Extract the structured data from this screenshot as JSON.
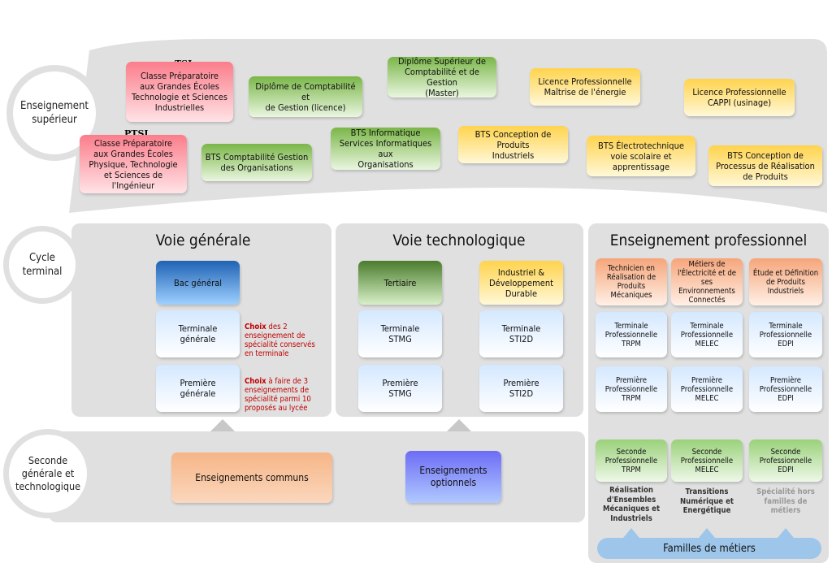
{
  "sections": {
    "superieur": "Enseignement\nsupérieur",
    "cycle": "Cycle\nterminal",
    "seconde": "Seconde\ngénérale et\ntechnologique"
  },
  "superieur": {
    "tsi_tag": "TSI",
    "tsi": "Classe Préparatoire\naux Grandes Écoles\nTechnologie et Sciences\nIndustrielles",
    "ptsi_tag": "PTSI",
    "ptsi": "Classe Préparatoire\naux Grandes Écoles\nPhysique, Technologie\net Sciences de l'Ingénieur",
    "dcg": "Diplôme de Comptabilité et\nde Gestion (licence)",
    "dscg": "Diplôme Supérieur de\nComptabilité et de Gestion\n(Master)",
    "lp_energie": "Licence Professionnelle\nMaîtrise de l'énergie",
    "lp_cappi": "Licence Professionnelle\nCAPPI (usinage)",
    "bts_cg": "BTS Comptabilité Gestion\ndes Organisations",
    "bts_sio": "BTS Informatique\nServices Informatiques aux\nOrganisations",
    "bts_cpi": "BTS Conception de Produits\nIndustriels",
    "bts_elec": "BTS Électrotechnique\nvoie scolaire et\napprentissage",
    "bts_cprp": "BTS Conception de\nProcessus de Réalisation\nde Produits"
  },
  "generale": {
    "title": "Voie générale",
    "bac": "Bac général",
    "terminale": "Terminale\ngénérale",
    "premiere": "Première\ngénérale",
    "note_terminale_bold": "Choix",
    "note_terminale": " des 2 enseignement de spécialité conservés en terminale",
    "note_premiere_bold": "Choix",
    "note_premiere": " à faire de 3 enseignements de spécialité parmi 10 proposés au lycée"
  },
  "techno": {
    "title": "Voie technologique",
    "tertiaire": "Tertiaire",
    "industriel": "Industriel &\nDéveloppement\nDurable",
    "term_stmg": "Terminale\nSTMG",
    "term_sti2d": "Terminale\nSTI2D",
    "prem_stmg": "Première\nSTMG",
    "prem_sti2d": "Première\nSTI2D"
  },
  "pro": {
    "title": "Enseignement professionnel",
    "metier1": "Technicien en\nRéalisation de\nProduits\nMécaniques",
    "metier2": "Métiers de\nl'Électricité et de ses\nEnvironnements\nConnectés",
    "metier3": "Étude et Définition\nde Produits\nIndustriels",
    "term1": "Terminale\nProfessionnelle\nTRPM",
    "term2": "Terminale\nProfessionnelle\nMELEC",
    "term3": "Terminale\nProfessionnelle\nEDPI",
    "prem1": "Première\nProfessionnelle\nTRPM",
    "prem2": "Première\nProfessionnelle\nMELEC",
    "prem3": "Première\nProfessionnelle\nEDPI",
    "sec1": "Seconde\nProfessionnelle\nTRPM",
    "sec2": "Seconde\nProfessionnelle\nMELEC",
    "sec3": "Seconde\nProfessionnelle\nEDPI",
    "fam1": "Réalisation\nd'Ensembles\nMécaniques et\nIndustriels",
    "fam2": "Transitions\nNumérique et\nEnergétique",
    "fam3": "Spécialité hors\nfamilles de\nmétiers",
    "familles": "Familles de métiers"
  },
  "seconde": {
    "communs": "Enseignements communs",
    "optionnels": "Enseignements\noptionnels"
  }
}
